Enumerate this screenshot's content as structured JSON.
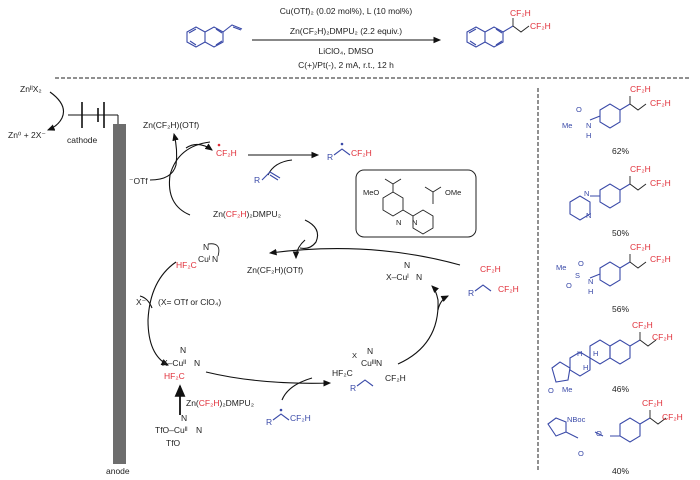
{
  "reaction": {
    "conditions": [
      "Cu(OTf)₂ (0.02 mol%), L (10 mol%)",
      "Zn(CF₂H)₂DMPU₂ (2.2 equiv.)",
      "LiClO₄, DMSO",
      "C(+)/Pt(-), 2 mA, r.t., 12 h"
    ],
    "product_cf2h_top": "CF₂H",
    "product_cf2h_right": "CF₂H"
  },
  "electrochem": {
    "zn_x2": "ZnᴵᴵX₂",
    "zn0": "Zn⁰ + 2X⁻",
    "cathode": "cathode",
    "anode": "anode",
    "otf": "⁻OTf",
    "zn_cf2h_otf_top": "Zn(CF₂H)(OTf)"
  },
  "radical": {
    "cf2h_radical": "CF₂H",
    "alkene_r": "R",
    "alkyl_radical_r": "R",
    "alkyl_radical_cf2h": "CF₂H"
  },
  "reagent": {
    "zn_prefix": "Zn(",
    "zn_cf2h": "CF₂H",
    "zn_suffix": ")₂DMPU₂",
    "zn_cf2h_otf_mid": "Zn(CF₂H)(OTf)"
  },
  "ligand": {
    "meo": "MeO",
    "ome": "OMe",
    "n1": "N",
    "n2": "N",
    "o1": "O",
    "o2": "O"
  },
  "cycle": {
    "cu1_cf2h": "HF₂C",
    "cu1": "Cuᴵ",
    "cu1_n": "N",
    "cu1_n2": "N",
    "x_minus": "X⁻",
    "x_note": "(X= OTf or ClO₄)",
    "cu2_x": "X–Cuᴵᴵ",
    "cu2_n": "N",
    "cu2_cf2h": "HF₂C",
    "cu2_otf_a": "TfO–Cuᴵᴵ",
    "cu2_otf_b": "TfO",
    "zn_reagent_b_prefix": "Zn(",
    "zn_reagent_b_cf2h": "CF₂H",
    "zn_reagent_b_suffix": ")₂DMPU₂",
    "radical_r": "R",
    "radical_cf2h": "CF₂H",
    "cu3_x": "X",
    "cu3": "Cuᴵᴵᴵ",
    "cu3_cf2h": "HF₂C",
    "cu3_r": "R",
    "cu3_side_cf2h": "CF₂H",
    "cu1x": "X–Cuᴵ",
    "product_r": "R",
    "product_cf2h_top": "CF₂H",
    "product_cf2h_right": "CF₂H"
  },
  "scope": [
    {
      "yield": "62%",
      "labels": [
        "Me",
        "O",
        "N",
        "H"
      ]
    },
    {
      "yield": "50%",
      "labels": [
        "N",
        "N"
      ]
    },
    {
      "yield": "56%",
      "labels": [
        "Me",
        "S",
        "O",
        "O",
        "N",
        "H"
      ]
    },
    {
      "yield": "46%",
      "labels": [
        "H",
        "H",
        "H",
        "O",
        "Me"
      ]
    },
    {
      "yield": "40%",
      "labels": [
        "NBoc",
        "O",
        "O"
      ]
    }
  ],
  "scope_cf2h": "CF₂H",
  "colors": {
    "substrate": "#3a4aa8",
    "cf2h": "#e0303a",
    "electrode": "#6d6d6d"
  }
}
